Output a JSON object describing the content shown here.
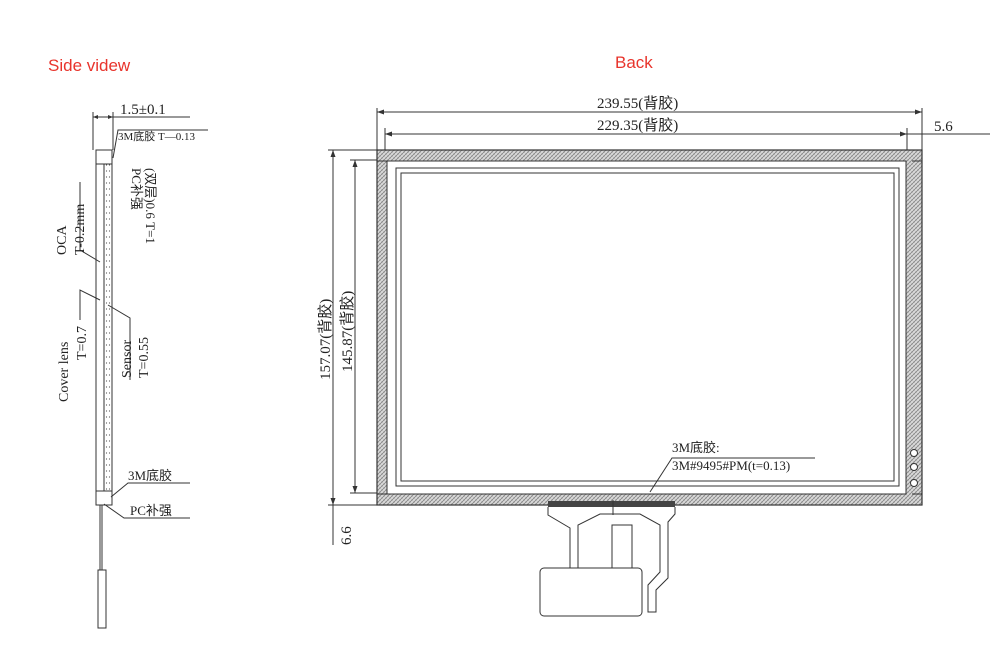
{
  "headings": {
    "side_view": "Side videw",
    "back": "Back"
  },
  "side_view": {
    "thickness_dim": "1.5±0.1",
    "tape_top": "3M底胶 T—0.13",
    "oca_name": "OCA",
    "oca_thickness": "T-0.2mm",
    "pc_stiffener_rotated": "PC补强",
    "pc_stiffener_rotated_spec": "(双层)0.6 T=1",
    "cover_lens_name": "Cover lens",
    "cover_lens_thickness": "T=0.7",
    "sensor_name": "Sensor",
    "sensor_thickness": "T=0.55",
    "tape_bottom": "3M底胶",
    "pc_stiffener": "PC补强"
  },
  "back_view": {
    "outer_width": "239.55(背胶)",
    "inner_width": "229.35(背胶)",
    "right_offset": "5.6",
    "outer_height": "157.07(背胶)",
    "inner_height": "145.87(背胶)",
    "bottom_offset": "6.6",
    "adhesive_label": "3M底胶:",
    "adhesive_spec": "3M#9495#PM(t=0.13)"
  },
  "colors": {
    "heading": "#e8342c",
    "line": "#333333",
    "hatch": "#888888"
  }
}
